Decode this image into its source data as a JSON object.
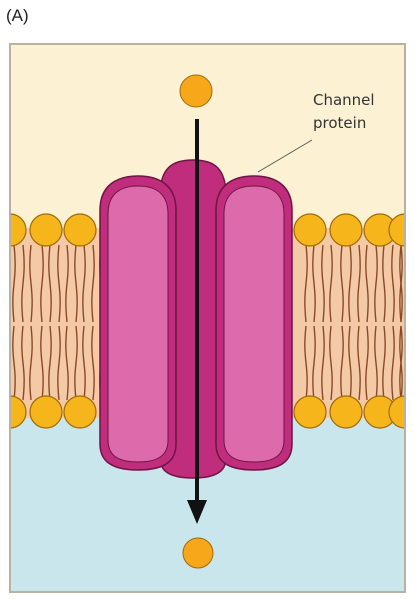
{
  "figure": {
    "panel_label": "(A)",
    "callout_line1": "Channel",
    "callout_line2": "protein"
  },
  "colors": {
    "extracellular": "#fcf2d3",
    "cytoplasm": "#c9e6ed",
    "membrane_core": "#f3c9a6",
    "lipid_tail": "#8a4a26",
    "lipid_head": "#f7b51c",
    "lipid_head_edge": "#a06a08",
    "protein_light": "#dd6aaa",
    "protein_dark": "#c12d7d",
    "protein_edge": "#6e1545",
    "ion": "#f6a81a",
    "arrow": "#111111",
    "frame": "#b9b2a2"
  },
  "icons": {
    "ion_top": "ion-circle-icon",
    "ion_bottom": "ion-circle-icon",
    "arrow": "down-arrow-icon"
  }
}
